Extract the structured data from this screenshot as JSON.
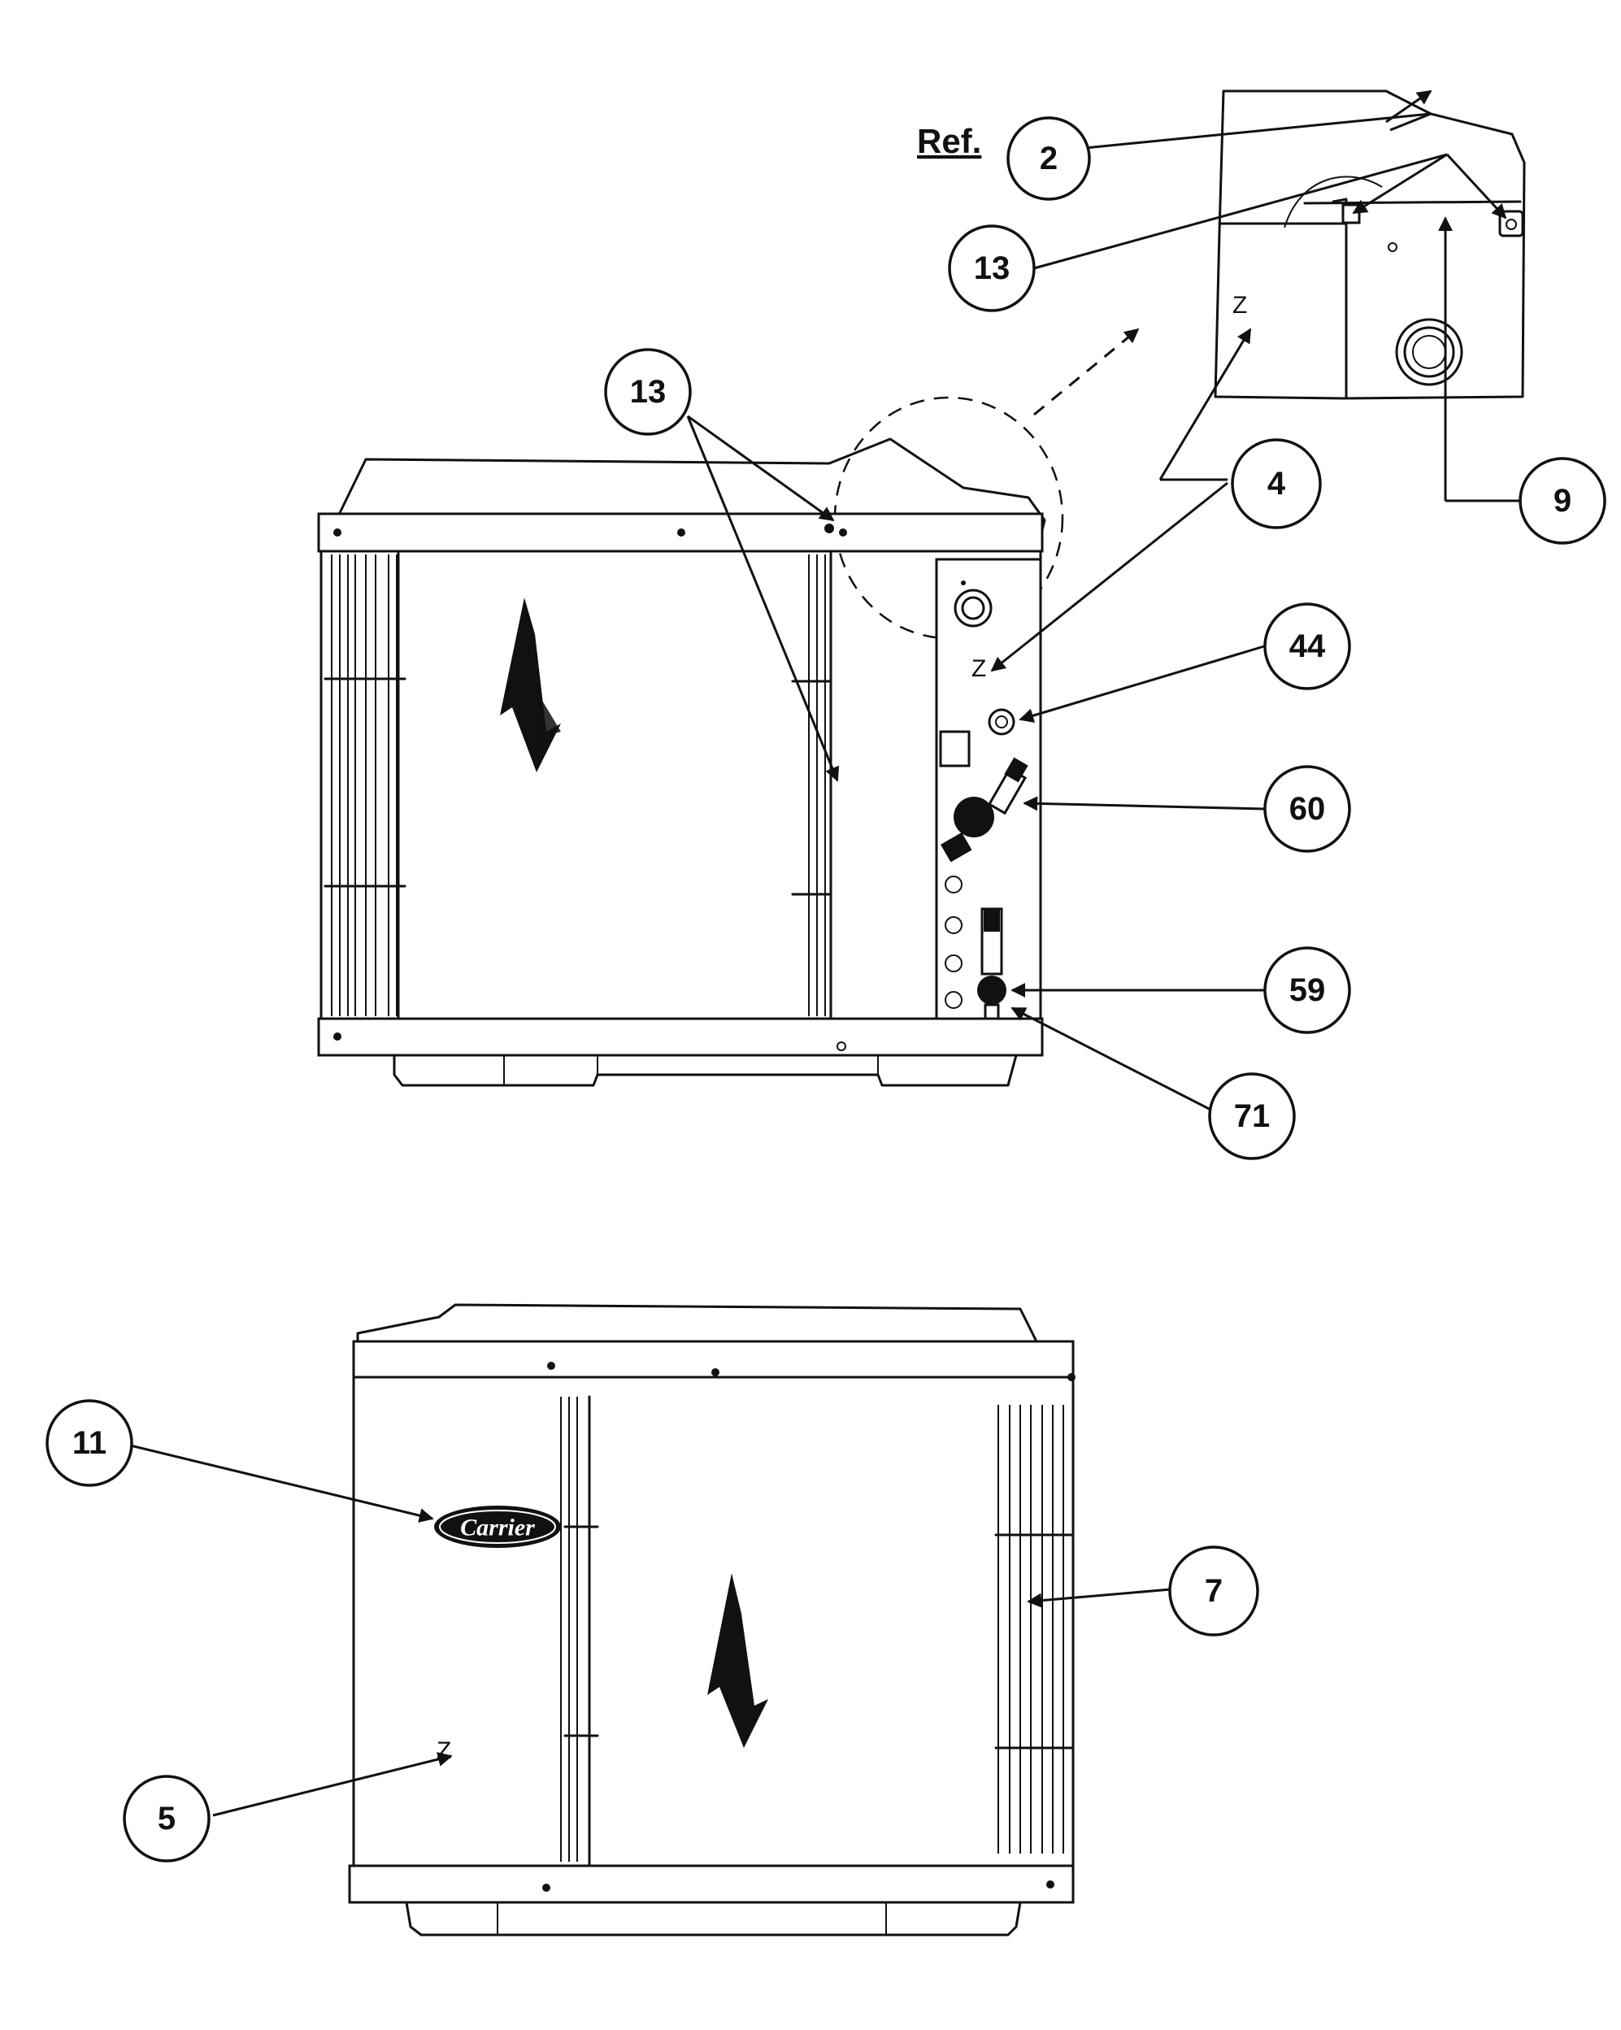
{
  "diagram": {
    "ref_label": "Ref.",
    "callouts": {
      "c2": "2",
      "c13_detail": "13",
      "c13_top": "13",
      "c4": "4",
      "c9": "9",
      "c44": "44",
      "c60": "60",
      "c59": "59",
      "c71": "71",
      "c11": "11",
      "c7": "7",
      "c5": "5"
    },
    "logo_text": "Carrier",
    "marks": {
      "detail_z": "Z",
      "panel_z": "Z",
      "front_z": "Z"
    }
  }
}
